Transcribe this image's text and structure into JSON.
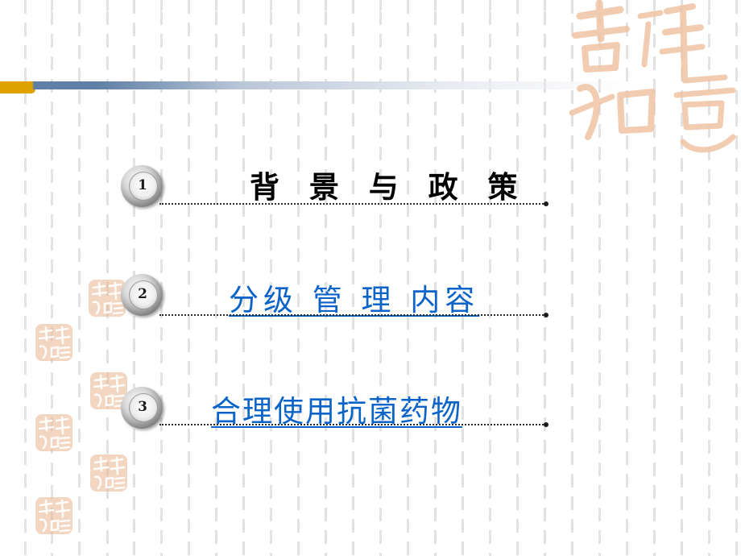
{
  "slide": {
    "items": [
      {
        "number": "1",
        "label": "背 景 与 政 策",
        "is_link": false
      },
      {
        "number": "2",
        "label": "分级 管 理 内容",
        "is_link": true
      },
      {
        "number": "3",
        "label": "合理使用抗菌药物",
        "is_link": true
      }
    ]
  },
  "decoration": {
    "seal_text": "吉祥如意",
    "seal_color": "#e8b48e",
    "accent_color": "#e0a200",
    "bar_color": "#5f7fa6",
    "link_color": "#0a63c9"
  }
}
